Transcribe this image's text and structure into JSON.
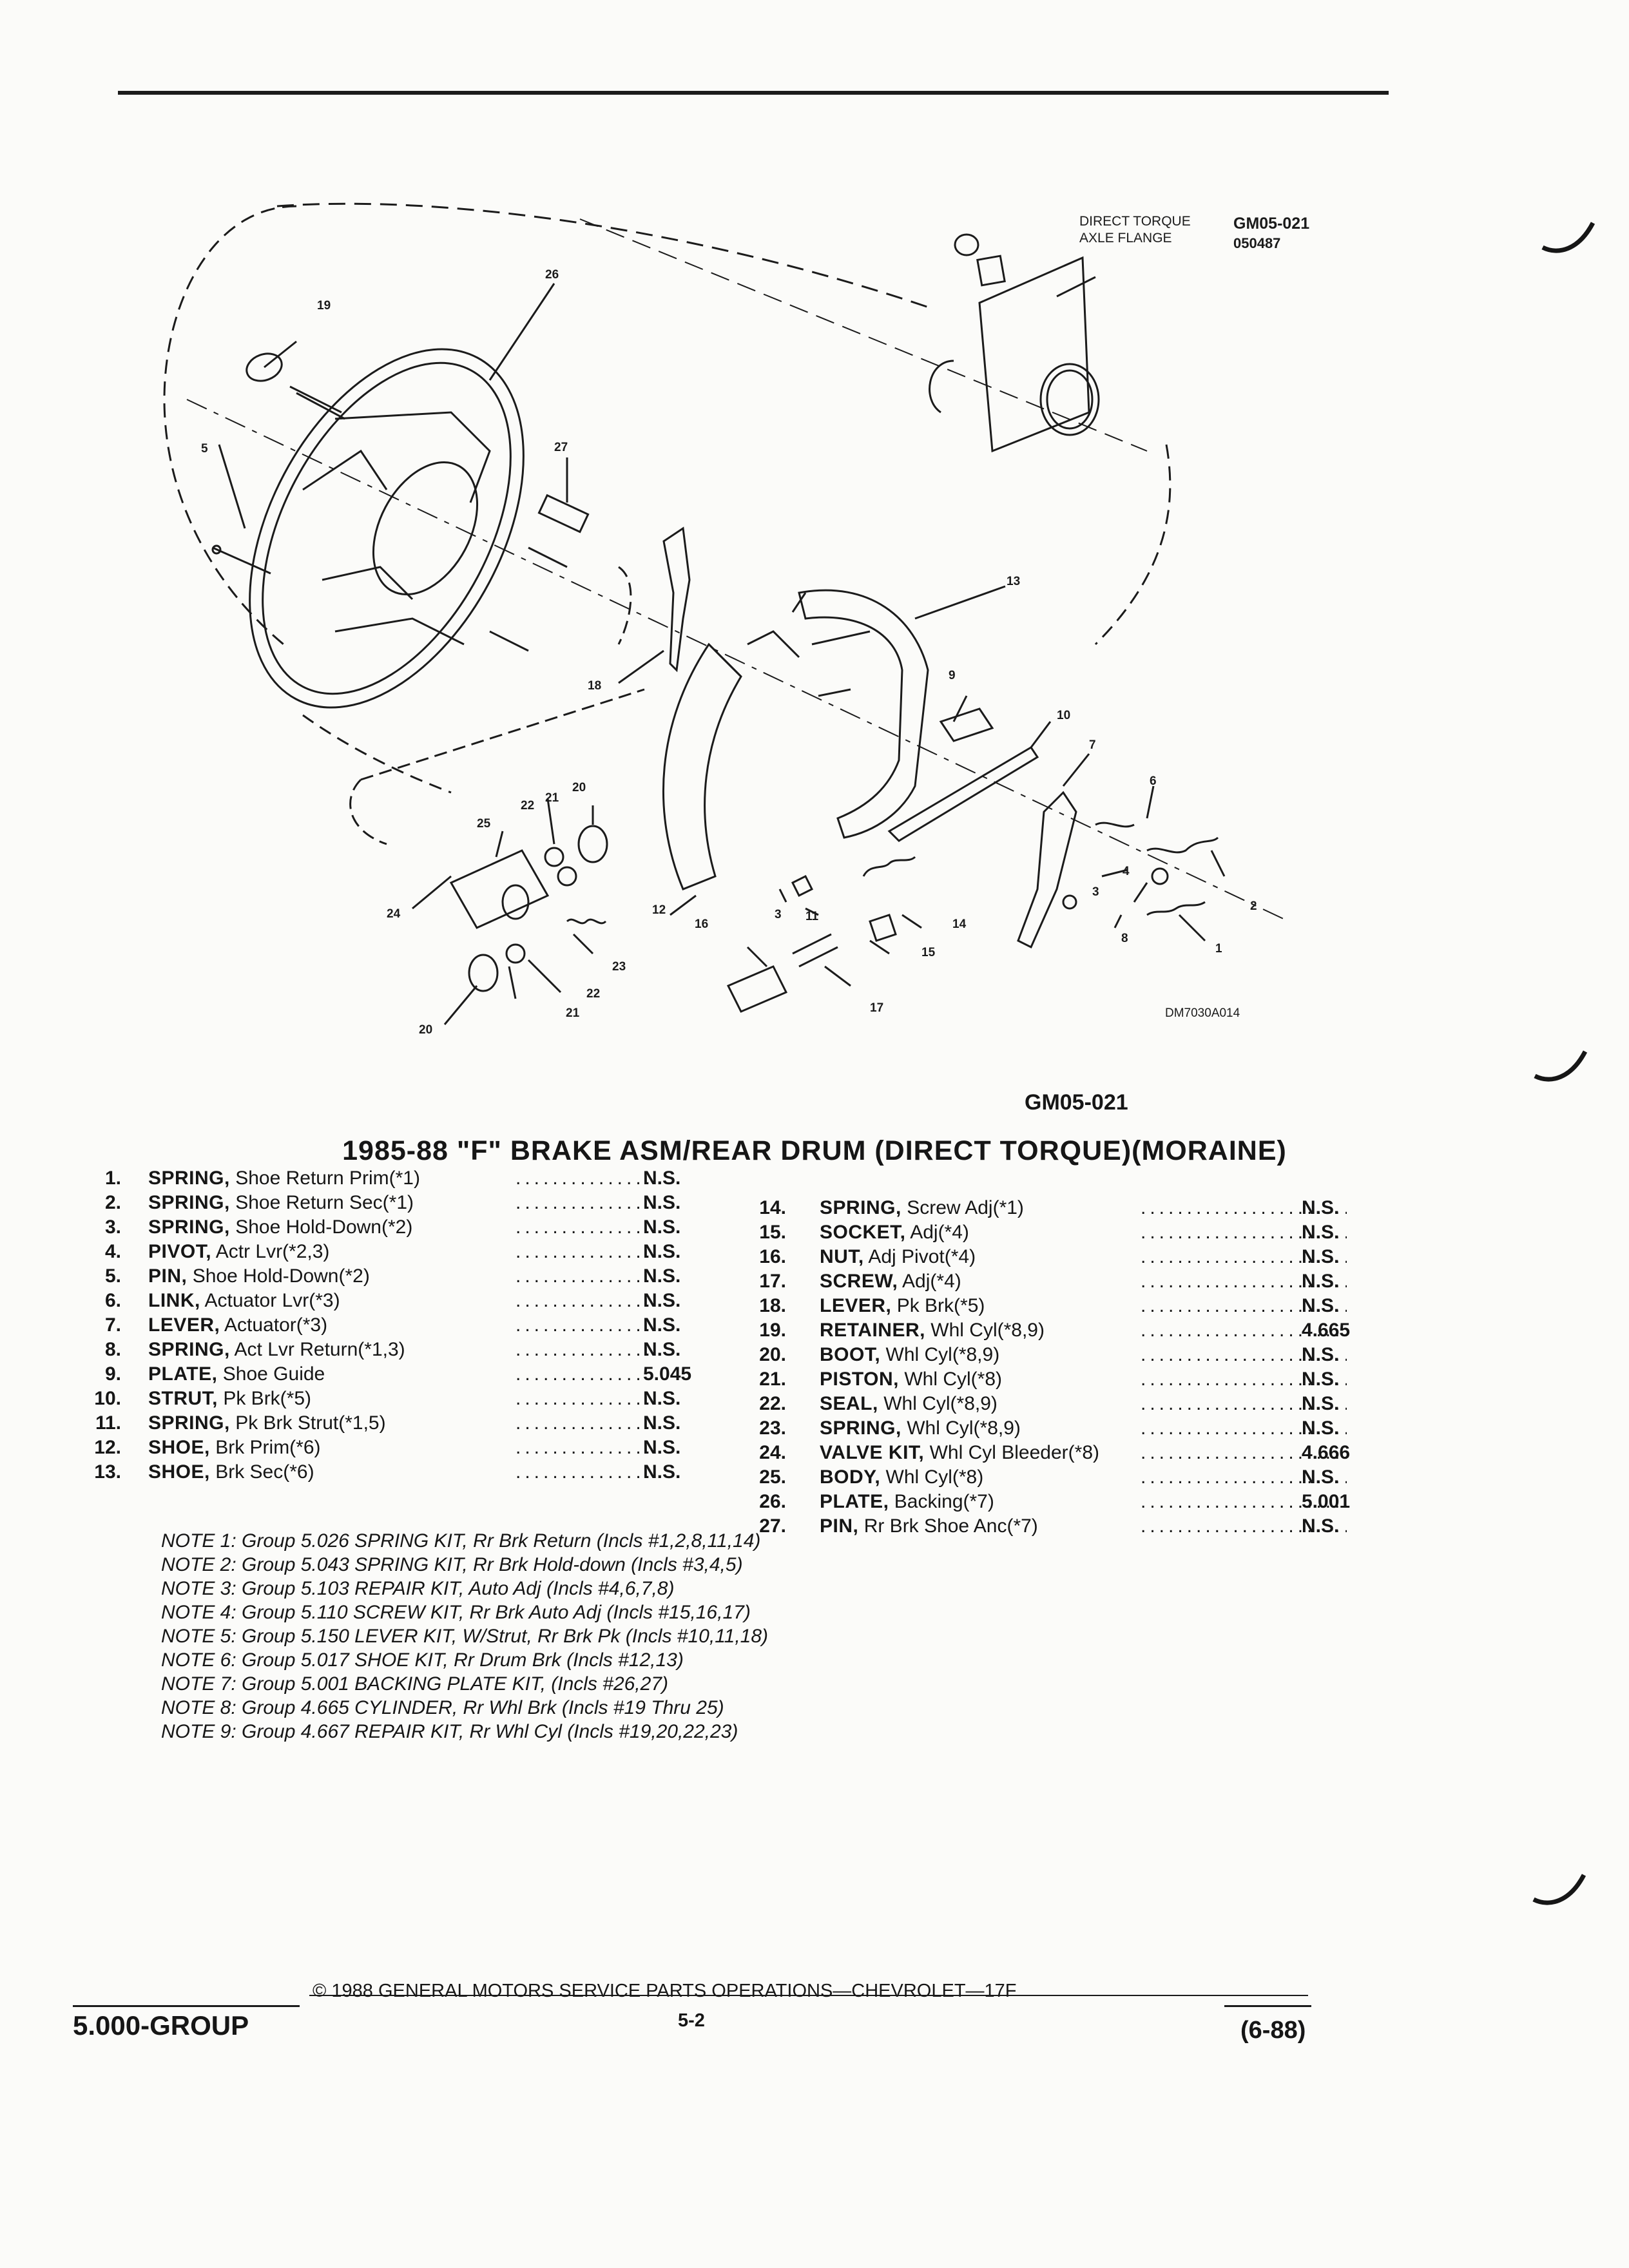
{
  "diagram": {
    "code_top": "GM05-021",
    "date_code": "050487",
    "flange_label_line1": "DIRECT TORQUE",
    "flange_label_line2": "AXLE FLANGE",
    "image_ref": "DM7030A014",
    "figure_code": "GM05-021",
    "callouts": [
      "1",
      "2",
      "3",
      "3",
      "4",
      "5",
      "6",
      "7",
      "8",
      "9",
      "10",
      "11",
      "12",
      "13",
      "14",
      "15",
      "16",
      "17",
      "18",
      "19",
      "20",
      "20",
      "21",
      "21",
      "22",
      "22",
      "23",
      "24",
      "25",
      "26",
      "27"
    ]
  },
  "title": "1985-88 \"F\" BRAKE ASM/REAR DRUM (DIRECT TORQUE)(MORAINE)",
  "parts_left": [
    {
      "num": "1.",
      "name": "SPRING,",
      "detail": " Shoe Return Prim(*1)",
      "group": "N.S."
    },
    {
      "num": "2.",
      "name": "SPRING,",
      "detail": " Shoe Return Sec(*1)",
      "group": "N.S."
    },
    {
      "num": "3.",
      "name": "SPRING,",
      "detail": " Shoe Hold-Down(*2)",
      "group": "N.S."
    },
    {
      "num": "4.",
      "name": "PIVOT,",
      "detail": " Actr Lvr(*2,3)",
      "group": "N.S."
    },
    {
      "num": "5.",
      "name": "PIN,",
      "detail": " Shoe Hold-Down(*2)",
      "group": "N.S."
    },
    {
      "num": "6.",
      "name": "LINK,",
      "detail": " Actuator Lvr(*3)",
      "group": "N.S."
    },
    {
      "num": "7.",
      "name": "LEVER,",
      "detail": " Actuator(*3)",
      "group": "N.S."
    },
    {
      "num": "8.",
      "name": "SPRING,",
      "detail": " Act Lvr Return(*1,3)",
      "group": "N.S."
    },
    {
      "num": "9.",
      "name": "PLATE,",
      "detail": " Shoe Guide",
      "group": "5.045"
    },
    {
      "num": "10.",
      "name": "STRUT,",
      "detail": " Pk Brk(*5)",
      "group": "N.S."
    },
    {
      "num": "11.",
      "name": "SPRING,",
      "detail": " Pk Brk Strut(*1,5)",
      "group": "N.S."
    },
    {
      "num": "12.",
      "name": "SHOE,",
      "detail": " Brk Prim(*6)",
      "group": "N.S."
    },
    {
      "num": "13.",
      "name": "SHOE,",
      "detail": " Brk Sec(*6)",
      "group": "N.S."
    }
  ],
  "parts_right": [
    {
      "num": "14.",
      "name": "SPRING,",
      "detail": " Screw Adj(*1)",
      "group": "N.S."
    },
    {
      "num": "15.",
      "name": "SOCKET,",
      "detail": " Adj(*4)",
      "group": "N.S."
    },
    {
      "num": "16.",
      "name": "NUT,",
      "detail": " Adj Pivot(*4)",
      "group": "N.S."
    },
    {
      "num": "17.",
      "name": "SCREW,",
      "detail": " Adj(*4)",
      "group": "N.S."
    },
    {
      "num": "18.",
      "name": "LEVER,",
      "detail": " Pk Brk(*5)",
      "group": "N.S."
    },
    {
      "num": "19.",
      "name": "RETAINER,",
      "detail": " Whl Cyl(*8,9)",
      "group": "4.665"
    },
    {
      "num": "20.",
      "name": "BOOT,",
      "detail": " Whl Cyl(*8,9)",
      "group": "N.S."
    },
    {
      "num": "21.",
      "name": "PISTON,",
      "detail": " Whl Cyl(*8)",
      "group": "N.S."
    },
    {
      "num": "22.",
      "name": "SEAL,",
      "detail": " Whl Cyl(*8,9)",
      "group": "N.S."
    },
    {
      "num": "23.",
      "name": "SPRING,",
      "detail": " Whl Cyl(*8,9)",
      "group": "N.S."
    },
    {
      "num": "24.",
      "name": "VALVE KIT,",
      "detail": " Whl Cyl Bleeder(*8)",
      "group": "4.666"
    },
    {
      "num": "25.",
      "name": "BODY,",
      "detail": " Whl Cyl(*8)",
      "group": "N.S."
    },
    {
      "num": "26.",
      "name": "PLATE,",
      "detail": " Backing(*7)",
      "group": "5.001"
    },
    {
      "num": "27.",
      "name": "PIN,",
      "detail": " Rr Brk Shoe Anc(*7)",
      "group": "N.S."
    }
  ],
  "notes": [
    "NOTE 1: Group 5.026 SPRING KIT, Rr Brk Return (Incls #1,2,8,11,14)",
    "NOTE 2: Group 5.043 SPRING KIT, Rr Brk Hold-down (Incls #3,4,5)",
    "NOTE 3: Group 5.103 REPAIR KIT, Auto Adj (Incls #4,6,7,8)",
    "NOTE 4: Group 5.110 SCREW KIT, Rr Brk Auto Adj (Incls #15,16,17)",
    "NOTE 5: Group 5.150 LEVER KIT, W/Strut, Rr Brk Pk (Incls #10,11,18)",
    "NOTE 6: Group 5.017 SHOE KIT, Rr Drum Brk (Incls #12,13)",
    "NOTE 7: Group 5.001 BACKING PLATE KIT, (Incls #26,27)",
    "NOTE 8: Group 4.665 CYLINDER, Rr Whl Brk (Incls #19 Thru 25)",
    "NOTE 9: Group 4.667 REPAIR KIT, Rr Whl Cyl (Incls #19,20,22,23)"
  ],
  "footer": {
    "copyright": "© 1988 GENERAL MOTORS SERVICE PARTS OPERATIONS—CHEVROLET—17F",
    "group_label": "5.000-GROUP",
    "page_number": "5-2",
    "date": "(6-88)"
  }
}
